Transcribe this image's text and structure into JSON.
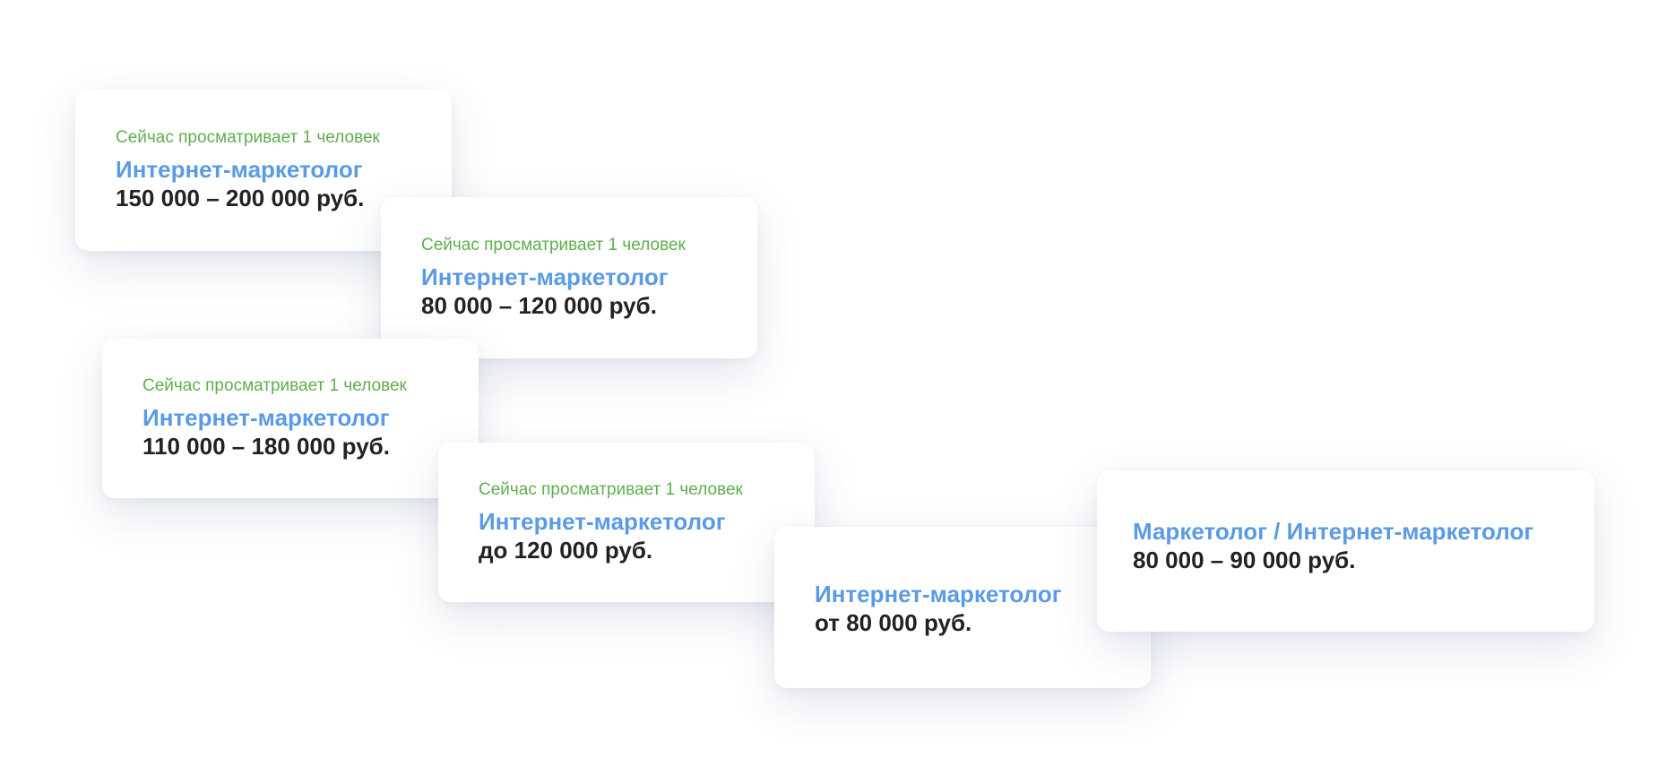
{
  "cards": [
    {
      "viewers": "Сейчас просматривает 1 человек",
      "title": "Интернет-маркетолог",
      "salary": "150 000 – 200 000 руб."
    },
    {
      "viewers": "Сейчас просматривает 1 человек",
      "title": "Интернет-маркетолог",
      "salary": "80 000 – 120 000 руб."
    },
    {
      "viewers": "Сейчас просматривает 1 человек",
      "title": "Интернет-маркетолог",
      "salary": "110 000 – 180 000 руб."
    },
    {
      "viewers": "Сейчас просматривает 1 человек",
      "title": "Интернет-маркетолог",
      "salary": "до 120 000 руб."
    },
    {
      "title": "Интернет-маркетолог",
      "salary": "от 80 000 руб."
    },
    {
      "title": "Маркетолог / Интернет-маркетолог",
      "salary": "80 000 – 90 000 руб."
    }
  ],
  "colors": {
    "viewers": "#5fae4e",
    "title": "#5a9be4",
    "salary": "#222222",
    "card_background": "#ffffff"
  }
}
